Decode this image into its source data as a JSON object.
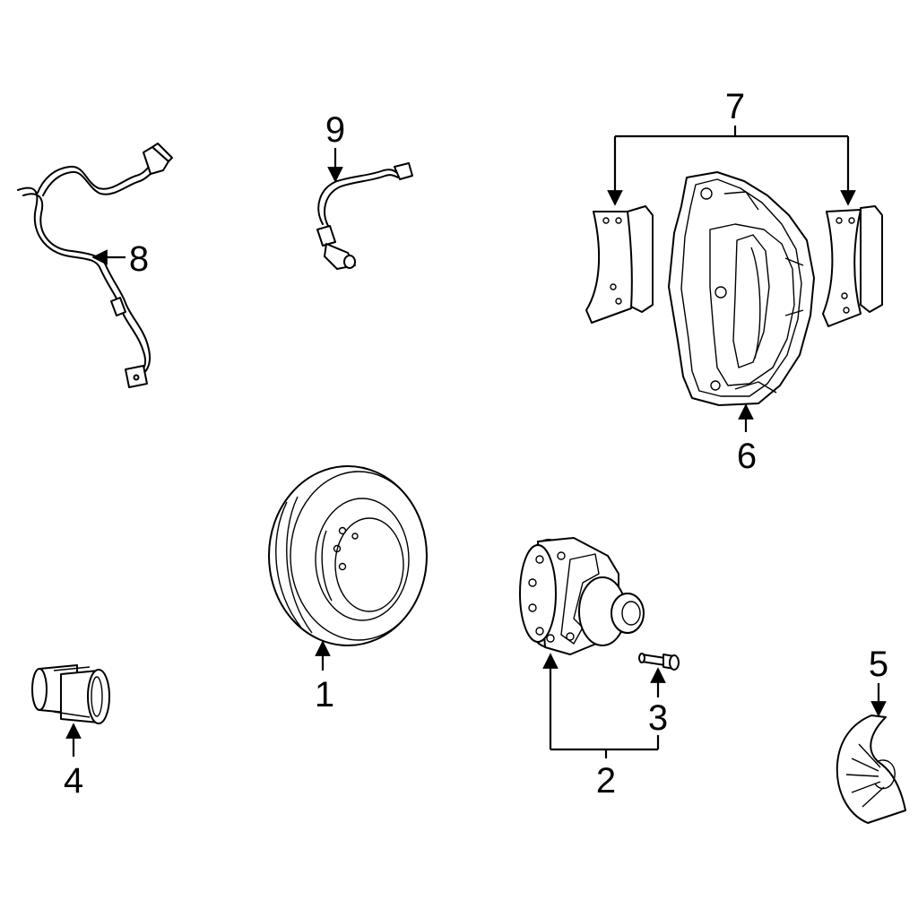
{
  "diagram": {
    "background": "#ffffff",
    "line_color": "#000000",
    "callouts": [
      {
        "id": "1",
        "label": "1"
      },
      {
        "id": "2",
        "label": "2"
      },
      {
        "id": "3",
        "label": "3"
      },
      {
        "id": "4",
        "label": "4"
      },
      {
        "id": "5",
        "label": "5"
      },
      {
        "id": "6",
        "label": "6"
      },
      {
        "id": "7",
        "label": "7"
      },
      {
        "id": "8",
        "label": "8"
      },
      {
        "id": "9",
        "label": "9"
      }
    ]
  }
}
